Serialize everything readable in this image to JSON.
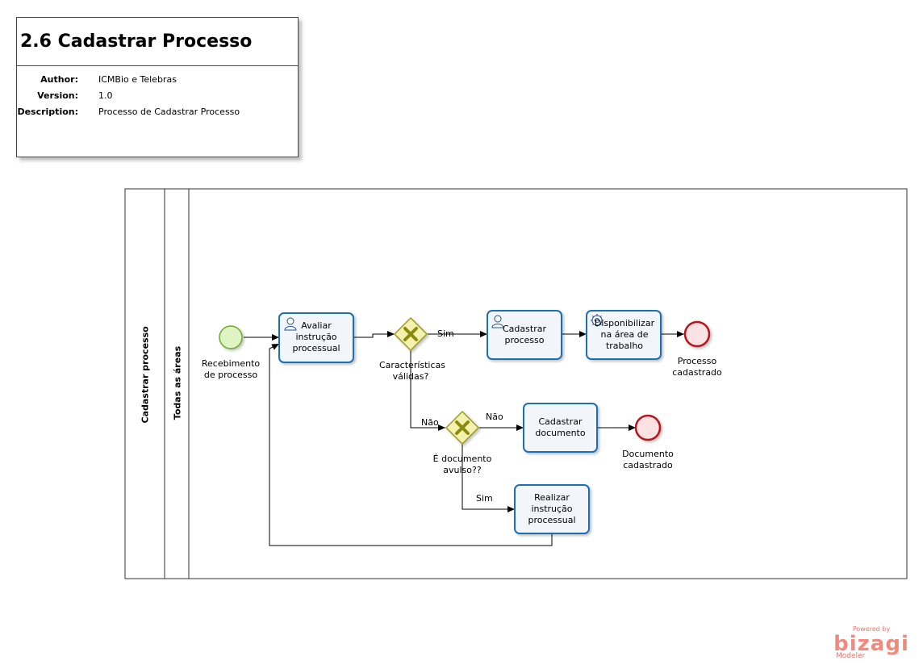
{
  "header": {
    "title": "2.6 Cadastrar Processo",
    "author_label": "Author:",
    "author": "ICMBio e Telebras",
    "version_label": "Version:",
    "version": "1.0",
    "description_label": "Description:",
    "description": "Processo de Cadastrar Processo"
  },
  "pool": {
    "name": "Cadastrar processo",
    "lane": "Todas as áreas"
  },
  "events": {
    "start": "Recebimento de processo",
    "end_processo": "Processo cadastrado",
    "end_documento": "Documento cadastrado"
  },
  "tasks": {
    "avaliar": "Avaliar instrução processual",
    "cadastrar_processo": "Cadastrar processo",
    "disponibilizar": "Disponibilizar na área de trabalho",
    "cadastrar_documento": "Cadastrar documento",
    "realizar": "Realizar instrução processual"
  },
  "gateways": {
    "caracteristicas": "Características válidas?",
    "documento_avulso": "É documento avulso??"
  },
  "flow_labels": {
    "sim_1": "Sim",
    "nao_1": "Não",
    "nao_2": "Não",
    "sim_2": "Sim"
  },
  "brand": {
    "top": "Powered by",
    "main": "bizagi",
    "bottom": "Modeler"
  },
  "colors": {
    "task_border": "#1f6fb2",
    "task_fill": "#f2f6fb",
    "start_fill": "#dff3c3",
    "start_stroke": "#6aaa2a",
    "end_fill": "#fbe3e3",
    "end_stroke": "#b5121b",
    "gateway_fill": "#f4f0b0",
    "gateway_stroke": "#9a9a1e",
    "brand": "#f08a7e"
  }
}
